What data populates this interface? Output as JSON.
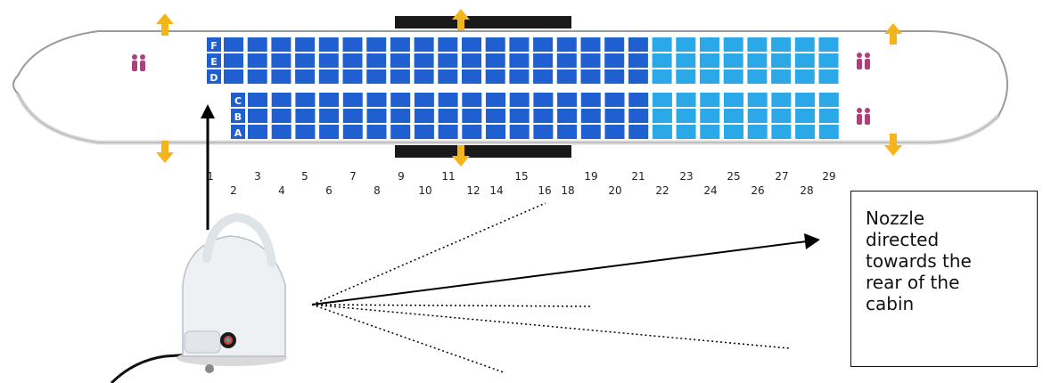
{
  "diagram": {
    "left_row_letters_top": [
      "F",
      "E",
      "D"
    ],
    "left_row_letters_bottom": [
      "C",
      "B",
      "A"
    ],
    "row_numbers_odd": [
      "1",
      "3",
      "5",
      "7",
      "9",
      "11",
      "15",
      "19",
      "21",
      "23",
      "25",
      "27",
      "29"
    ],
    "row_numbers_even": [
      "2",
      "4",
      "6",
      "8",
      "10",
      "12",
      "14",
      "16",
      "18",
      "20",
      "22",
      "24",
      "26",
      "28"
    ],
    "callout_text": "Nozzle\ndirected\ntowards the\nrear of the\ncabin",
    "colors": {
      "seat_dark": "#1f5fd0",
      "seat_light": "#2aa8e8",
      "exit_arrow": "#f4b41a",
      "lavatory": "#b0407a",
      "wing_bar": "#1a1a1a"
    },
    "icons": [
      "lavatory-icon",
      "exit-arrow-icon",
      "fogger-device-icon"
    ]
  }
}
